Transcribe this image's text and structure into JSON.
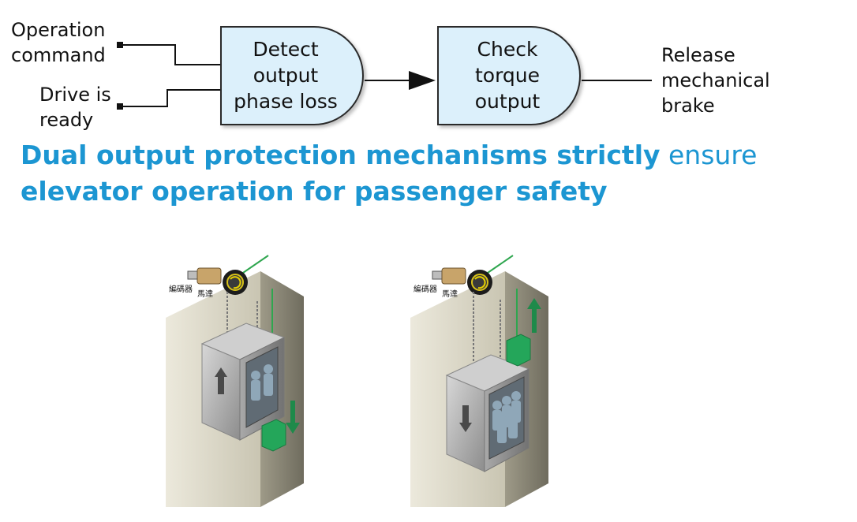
{
  "flow": {
    "inputs": [
      "Operation command",
      "Drive is ready"
    ],
    "input_lines": [
      [
        "Operation",
        "command"
      ],
      [
        "Drive is",
        "ready"
      ]
    ],
    "gate1_lines": [
      "Detect",
      "output",
      "phase loss"
    ],
    "gate2_lines": [
      "Check",
      "torque",
      "output"
    ],
    "output_lines": [
      "Release",
      "mechanical",
      "brake"
    ]
  },
  "headline": {
    "line1_bold": "Dual output protection mechanisms strictly",
    "line1_light": " ensure",
    "line2_bold": "elevator operation for passenger safety"
  },
  "illustrations": {
    "left": {
      "encoder_label": "編碼器",
      "motor_label": "馬達",
      "car_direction": "up",
      "counterweight_direction": "down"
    },
    "right": {
      "encoder_label": "編碼器",
      "motor_label": "馬達",
      "car_direction": "down",
      "counterweight_direction": "up"
    }
  },
  "colors": {
    "gate_fill": "#dcf0fb",
    "gate_stroke": "#2b2b2b",
    "headline": "#1c96d2",
    "counterweight": "#24a65a",
    "arrow_green": "#1e8a4a",
    "car_gray": "#9b9b9b",
    "wall": "#d9d6c6"
  }
}
